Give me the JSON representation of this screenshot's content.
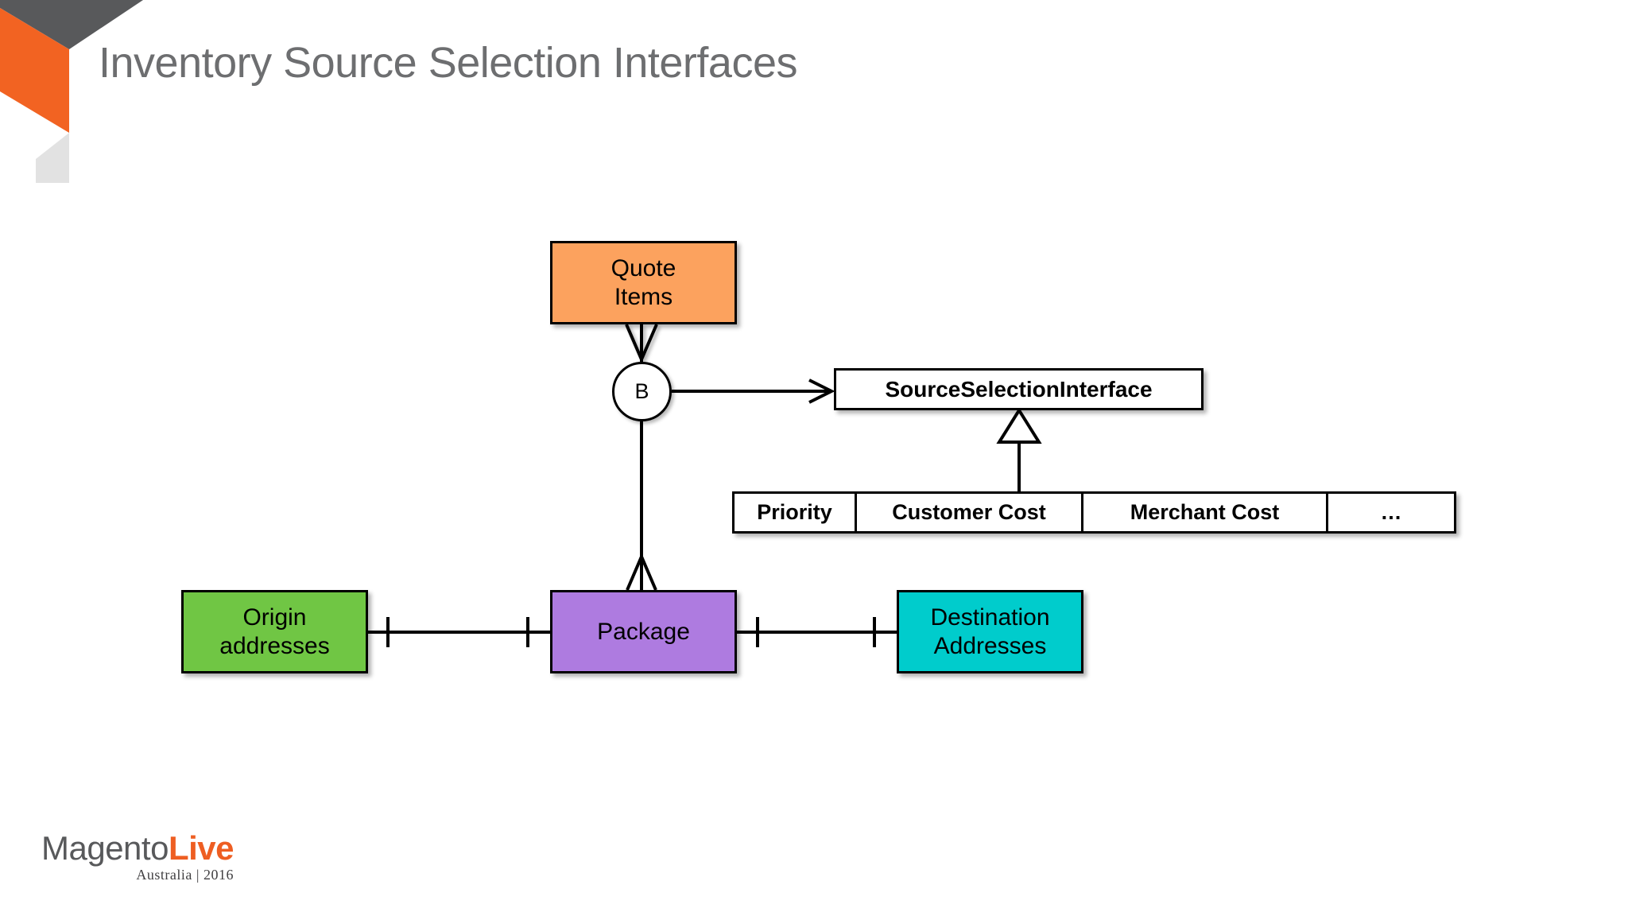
{
  "slide": {
    "title": "Inventory Source Selection Interfaces",
    "background": "#ffffff",
    "title_color": "#6d6e70"
  },
  "brand": {
    "logo_part1": "Magento",
    "logo_part2": "Live",
    "logo_subtitle": "Australia | 2016",
    "orange": "#ee5e22",
    "gray": "#58595b"
  },
  "corner_mark": {
    "name": "magento-logo-mark",
    "orange": "#f26322",
    "dark_gray": "#58595b",
    "light_gray": "#e2e2e2"
  },
  "diagram": {
    "type": "entity-relationship-uml",
    "nodes": [
      {
        "id": "quote-items",
        "label": "Quote\nItems",
        "color": "#fca25e",
        "shape": "rect"
      },
      {
        "id": "b-junction",
        "label": "B",
        "color": "#ffffff",
        "shape": "circle"
      },
      {
        "id": "interface",
        "label": "SourceSelectionInterface",
        "color": "#ffffff",
        "shape": "rect"
      },
      {
        "id": "origin",
        "label": "Origin\naddresses",
        "color": "#70c644",
        "shape": "rect"
      },
      {
        "id": "package",
        "label": "Package",
        "color": "#ae7be0",
        "shape": "rect"
      },
      {
        "id": "destination",
        "label": "Destination\nAddresses",
        "color": "#00cccc",
        "shape": "rect"
      }
    ],
    "impl_table": {
      "columns": [
        "Priority",
        "Customer Cost",
        "Merchant Cost",
        "…"
      ]
    },
    "edges": [
      {
        "from": "quote-items",
        "to": "b-junction",
        "style": "crowsfoot-down"
      },
      {
        "from": "b-junction",
        "to": "interface",
        "style": "open-arrow-right"
      },
      {
        "from": "b-junction",
        "to": "package",
        "style": "crowsfoot-down"
      },
      {
        "from": "impl-table",
        "to": "interface",
        "style": "hollow-triangle-up"
      },
      {
        "from": "origin",
        "to": "package",
        "style": "one-to-one"
      },
      {
        "from": "package",
        "to": "destination",
        "style": "one-to-one"
      }
    ]
  }
}
